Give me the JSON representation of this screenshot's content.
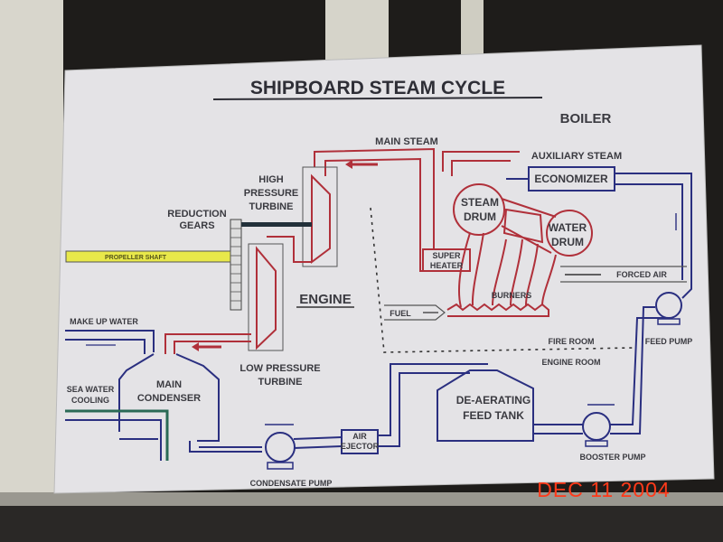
{
  "title": "SHIPBOARD STEAM CYCLE",
  "sections": {
    "boiler": "BOILER",
    "engine": "ENGINE",
    "fire_room": "FIRE ROOM",
    "engine_room": "ENGINE ROOM"
  },
  "labels": {
    "main_steam": "MAIN STEAM",
    "auxiliary_steam": "AUXILIARY STEAM",
    "economizer": "ECONOMIZER",
    "hp_turbine": [
      "HIGH",
      "PRESSURE",
      "TURBINE"
    ],
    "reduction_gears": [
      "REDUCTION",
      "GEARS"
    ],
    "steam_drum": [
      "STEAM",
      "DRUM"
    ],
    "water_drum": [
      "WATER",
      "DRUM"
    ],
    "propeller_shaft": "PROPELLER SHAFT",
    "super_heater": [
      "SUPER",
      "HEATER"
    ],
    "forced_air": "FORCED AIR",
    "burners": "BURNERS",
    "fuel": "FUEL",
    "make_up_water": "MAKE UP WATER",
    "feed_pump": "FEED PUMP",
    "main_condenser": [
      "MAIN",
      "CONDENSER"
    ],
    "lp_turbine": [
      "LOW PRESSURE",
      "TURBINE"
    ],
    "sea_water_cooling": [
      "SEA WATER",
      "COOLING"
    ],
    "deaerating_feed_tank": [
      "DE-AERATING",
      "FEED TANK"
    ],
    "air_ejector": [
      "AIR",
      "EJECTOR"
    ],
    "booster_pump": "BOOSTER PUMP",
    "condensate_pump": "CONDENSATE PUMP"
  },
  "date_stamp": "DEC 11 2004",
  "colors": {
    "steam": "#b0303a",
    "water": "#2a2f80",
    "shaft": "#e8e84a",
    "stamp": "#ff3a1a"
  }
}
